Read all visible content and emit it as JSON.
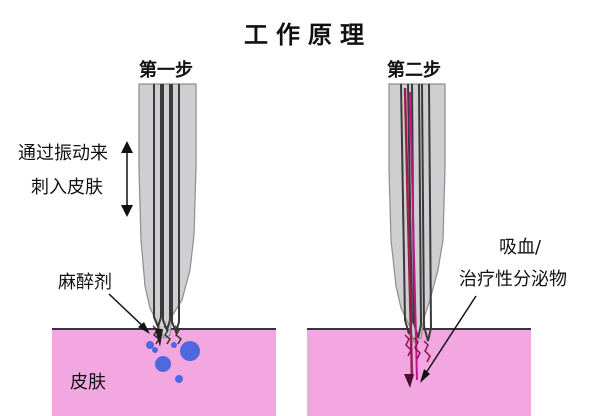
{
  "title": "工作原理",
  "steps": {
    "first": "第一步",
    "second": "第二步"
  },
  "labels": {
    "vibration_line_1": "通过振动来",
    "vibration_line_2": "刺入皮肤",
    "anesthetic": "麻醉剂",
    "skin": "皮肤",
    "blood_or_secretions_line_1": "吸血/",
    "blood_or_secretions_line_2": "治疗性分泌物"
  },
  "colors": {
    "skin": "#f3a7e1",
    "skin_border": "#3d2f43",
    "needle_fill": "#cfcfd1",
    "needle_outline": "#3a3a3a",
    "anesthetic_dots": "#4f67df",
    "blood_line": "#9b1f4f",
    "therapy_line": "#c3158e"
  }
}
